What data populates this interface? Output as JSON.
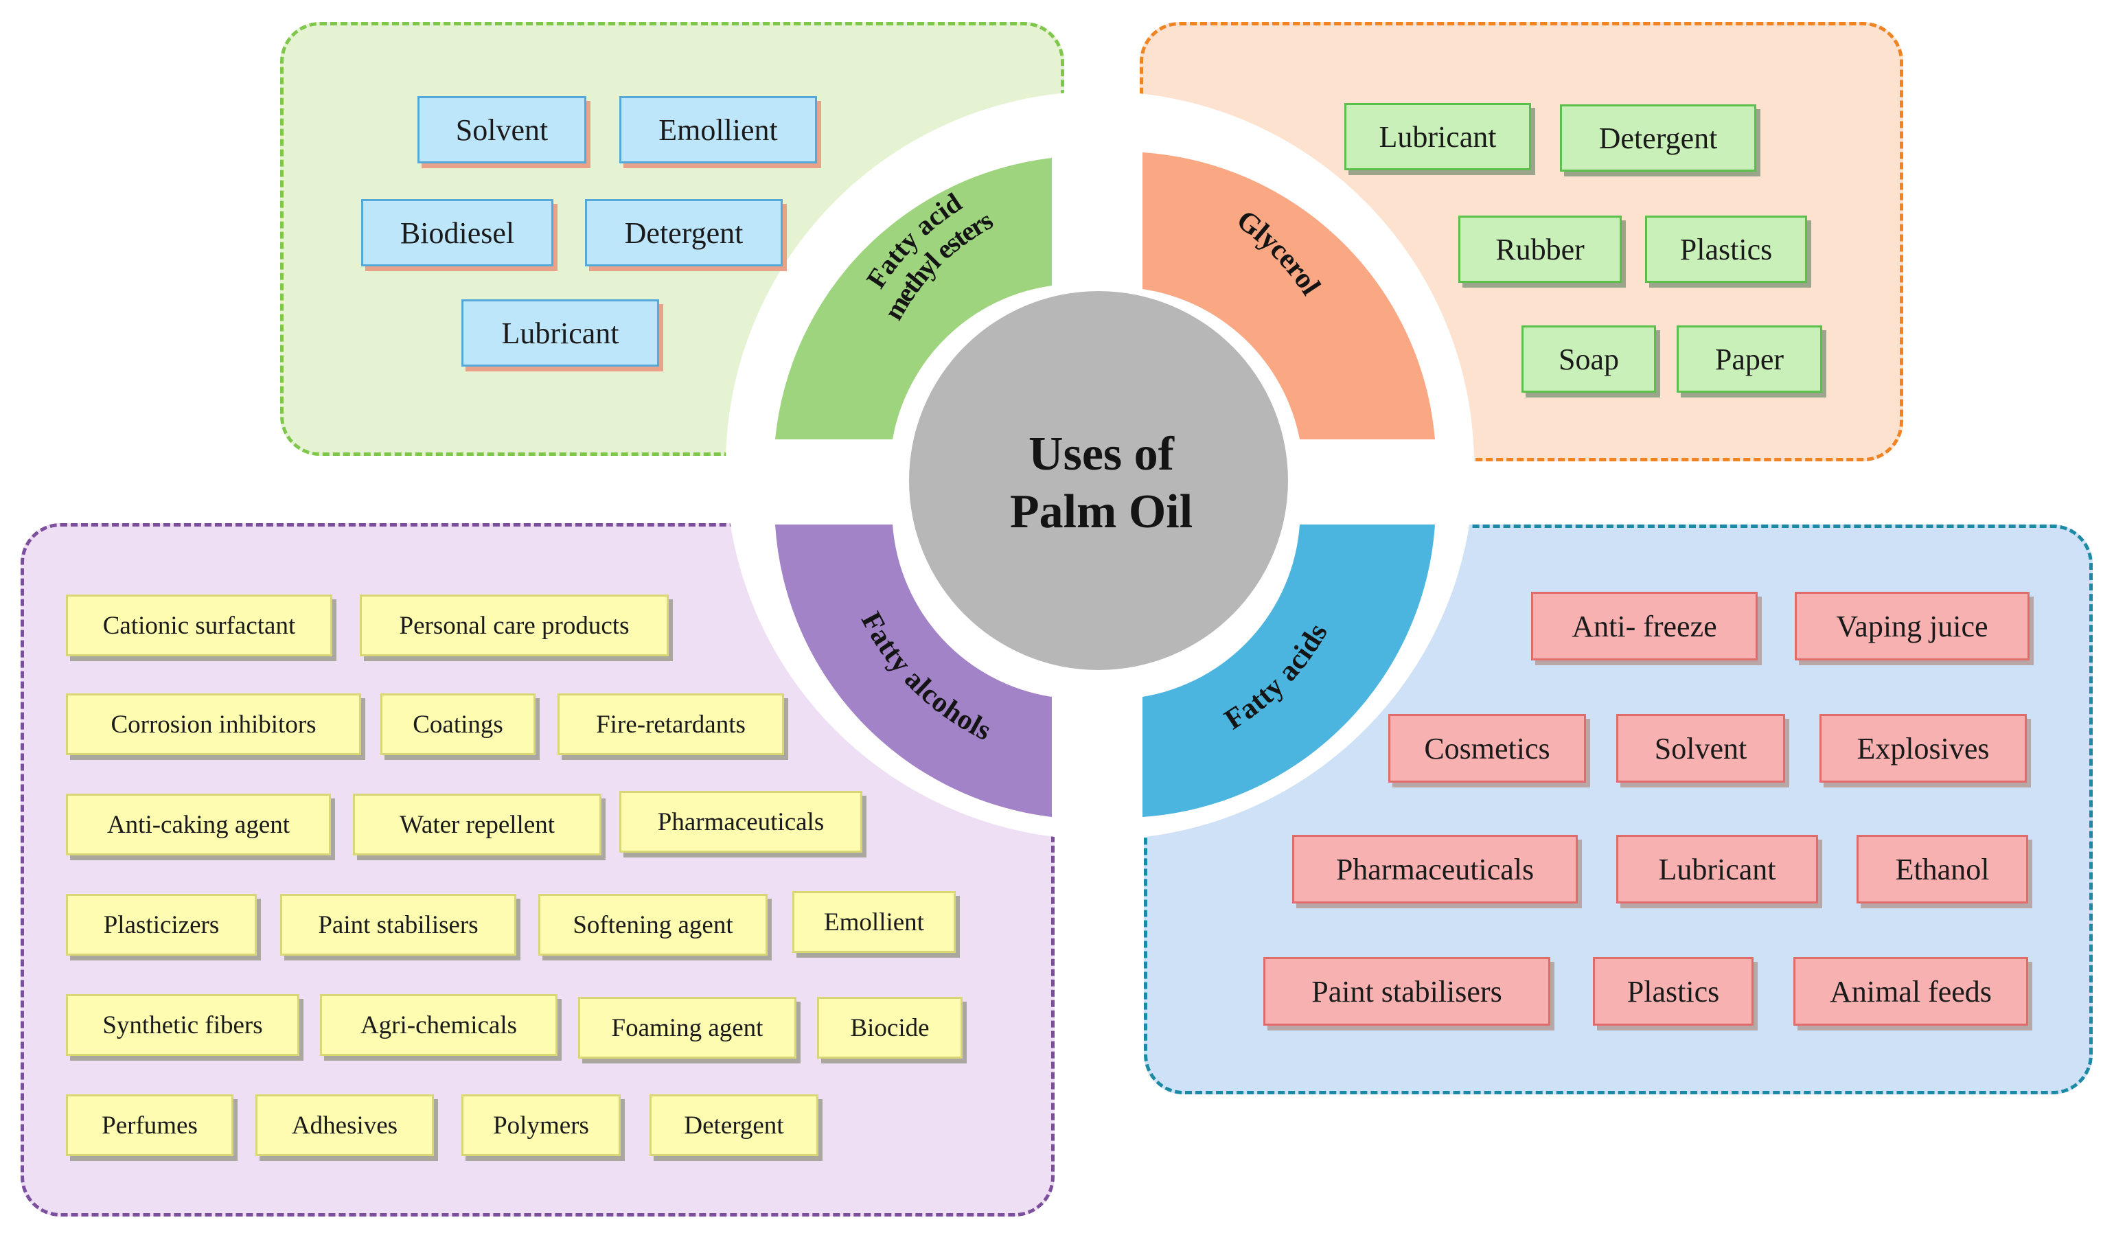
{
  "title_lines": [
    "Uses of",
    "Palm Oil"
  ],
  "categories": [
    {
      "label_lines": [
        "Fatty acid",
        "methyl esters"
      ],
      "color": "#9dd47d",
      "panel_color": "#e5f3d3",
      "border_color": "#7fc74b",
      "items": [
        "Solvent",
        "Emollient",
        "Biodiesel",
        "Detergent",
        "Lubricant"
      ]
    },
    {
      "label_lines": [
        "Glycerol"
      ],
      "color": "#f9a883",
      "panel_color": "#fce2cf",
      "border_color": "#f08322",
      "items": [
        "Lubricant",
        "Detergent",
        "Rubber",
        "Plastics",
        "Soap",
        "Paper"
      ]
    },
    {
      "label_lines": [
        "Fatty alcohols"
      ],
      "color": "#a383c7",
      "panel_color": "#eedff5",
      "border_color": "#7c4f9d",
      "items": [
        "Cationic surfactant",
        "Personal care products",
        "Corrosion inhibitors",
        "Coatings",
        "Fire-retardants",
        "Anti-caking agent",
        "Water repellent",
        "Pharmaceuticals",
        "Plasticizers",
        "Paint stabilisers",
        "Softening agent",
        "Emollient",
        "Synthetic fibers",
        "Agri-chemicals",
        "Foaming agent",
        "Biocide",
        "Perfumes",
        "Adhesives",
        "Polymers",
        "Detergent"
      ]
    },
    {
      "label_lines": [
        "Fatty acids"
      ],
      "color": "#4bb5df",
      "panel_color": "#cfe1f6",
      "border_color": "#1b8aa5",
      "items": [
        "Anti- freeze",
        "Vaping juice",
        "Cosmetics",
        "Solvent",
        "Explosives",
        "Pharmaceuticals",
        "Lubricant",
        "Ethanol",
        "Paint stabilisers",
        "Plastics",
        "Animal feeds"
      ]
    }
  ]
}
